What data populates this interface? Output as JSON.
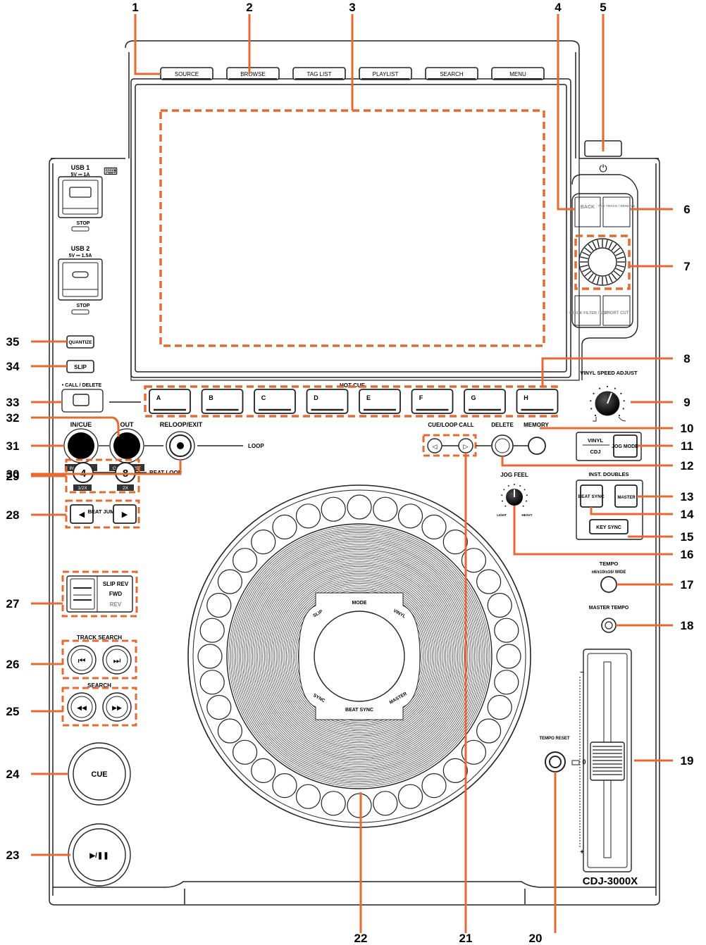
{
  "accent_color": "#e8692f",
  "outline_color": "#222222",
  "model": "CDJ-3000X",
  "top_buttons": [
    "SOURCE",
    "BROWSE",
    "TAG LIST",
    "PLAYLIST",
    "SEARCH",
    "MENU"
  ],
  "usb1": {
    "title": "USB 1",
    "spec": "5V ⎓ 1A",
    "stop": "STOP"
  },
  "usb2": {
    "title": "USB 2",
    "spec": "5V ⎓ 1.5A",
    "stop": "STOP"
  },
  "left_buttons": {
    "quantize": "QUANTIZE",
    "slip": "SLIP",
    "call_delete": "• CALL / DELETE"
  },
  "hot_cue": {
    "title": "HOT CUE",
    "pads": [
      "A",
      "B",
      "C",
      "D",
      "E",
      "F",
      "G",
      "H"
    ]
  },
  "loop": {
    "in_cue": "IN/CUE",
    "out": "OUT",
    "reloop": "RELOOP/EXIT",
    "loop": "LOOP",
    "in_adjust": "IN ADJUST",
    "out_adjust": "OUT ADJUST"
  },
  "beat_loop": {
    "four": "4",
    "eight": "8",
    "half": "1/2X",
    "double": "2X",
    "label": "BEAT LOOP"
  },
  "beat_jump": {
    "label": "BEAT JUMP",
    "left": "◀",
    "right": "▶"
  },
  "direction": {
    "slip_rev": "SLIP REV",
    "fwd": "FWD",
    "rev": "REV"
  },
  "track_search": {
    "label": "TRACK SEARCH",
    "prev": "⏮",
    "next": "⏭"
  },
  "search": {
    "label": "SEARCH",
    "rew": "◀◀",
    "ff": "▶▶"
  },
  "cue_button": "CUE",
  "play_button": "▶/❚❚",
  "right_panel": {
    "back": "BACK",
    "tag_track": "TAG TRACK / REMOVE",
    "track_filter": "• TRACK FILTER / EDIT",
    "short_cut": "SHORT CUT",
    "vinyl_speed": "VINYL SPEED ADJUST",
    "vinyl": "VINYL",
    "cdj": "CDJ",
    "jog_mode": "JOG MODE",
    "cue_loop_call": "CUE/LOOP CALL",
    "delete": "DELETE",
    "memory": "MEMORY",
    "inst_doubles": "INST. DOUBLES",
    "beat_sync": "BEAT SYNC",
    "master": "MASTER",
    "key_sync": "KEY SYNC",
    "jog_feel": "JOG FEEL",
    "light": "LIGHT",
    "heavy": "HEAVY",
    "tempo": "TEMPO",
    "tempo_range": "±6/±10/±16/ WIDE",
    "master_tempo": "MASTER TEMPO",
    "tempo_reset": "TEMPO RESET",
    "fader_minus": "–",
    "fader_zero": "0",
    "fader_plus": "+"
  },
  "jog_center": {
    "mode": "MODE",
    "slip": "SLIP",
    "vinyl": "VINYL",
    "sync": "SYNC",
    "beat_sync": "BEAT SYNC",
    "master": "MASTER"
  },
  "callouts": {
    "n1": "1",
    "n2": "2",
    "n3": "3",
    "n4": "4",
    "n5": "5",
    "n6": "6",
    "n7": "7",
    "n8": "8",
    "n9": "9",
    "n10": "10",
    "n11": "11",
    "n12": "12",
    "n13": "13",
    "n14": "14",
    "n15": "15",
    "n16": "16",
    "n17": "17",
    "n18": "18",
    "n19": "19",
    "n20": "20",
    "n21": "21",
    "n22": "22",
    "n23": "23",
    "n24": "24",
    "n25": "25",
    "n26": "26",
    "n27": "27",
    "n28": "28",
    "n29": "29",
    "n30": "30",
    "n31": "31",
    "n32": "32",
    "n33": "33",
    "n34": "34",
    "n35": "35"
  }
}
